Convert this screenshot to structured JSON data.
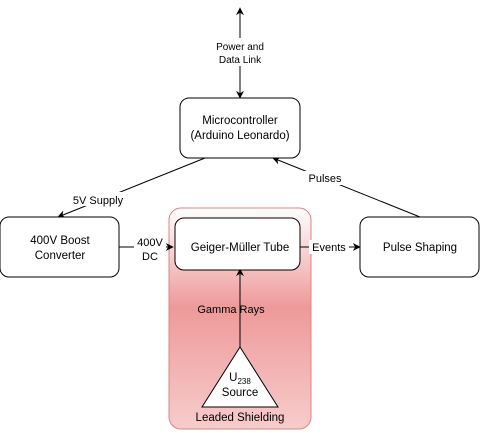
{
  "diagram": {
    "colors": {
      "shield_top": "#ffffff",
      "shield_mid": "#ee9999",
      "shield_bottom": "#f7cccc",
      "shield_border": "#d98585",
      "box_border": "#000000",
      "box_fill": "#ffffff"
    },
    "nodes": {
      "microcontroller": {
        "line1": "Microcontroller",
        "line2": "(Arduino Leonardo)"
      },
      "boost_converter": {
        "line1": "400V Boost",
        "line2": "Converter"
      },
      "geiger_tube": {
        "label": "Geiger-Müller Tube"
      },
      "pulse_shaping": {
        "label": "Pulse Shaping"
      },
      "source": {
        "symbol": "U",
        "subscript": "238",
        "line2": "Source"
      },
      "shielding": {
        "label": "Leaded Shielding"
      }
    },
    "edges": {
      "power_data": {
        "line1": "Power and",
        "line2": "Data Link"
      },
      "supply": {
        "label": "5V Supply"
      },
      "pulses": {
        "label": "Pulses"
      },
      "dc": {
        "line1": "400V",
        "line2": "DC"
      },
      "events": {
        "label": "Events"
      },
      "gamma": {
        "label": "Gamma Rays"
      }
    }
  }
}
